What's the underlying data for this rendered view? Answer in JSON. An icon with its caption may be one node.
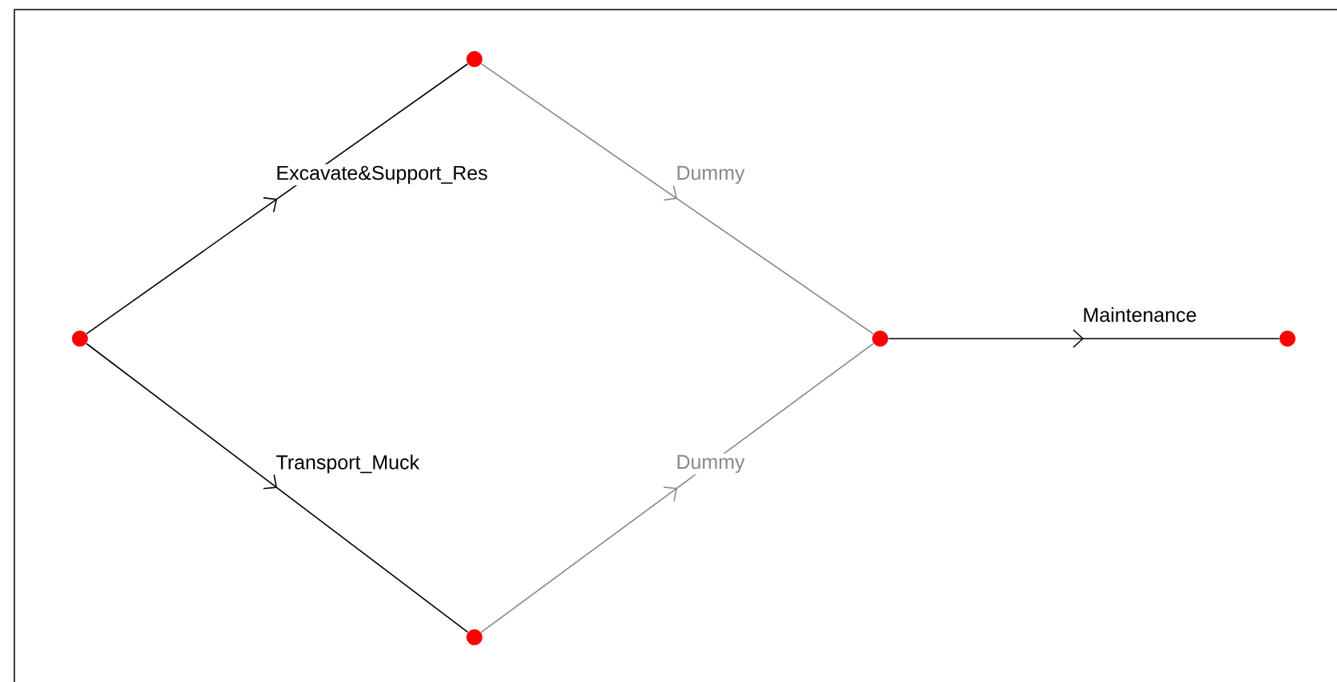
{
  "diagram": {
    "nodes": [
      {
        "text": [],
        "shape": "circle"
      },
      {
        "text": [],
        "shape": "circle"
      },
      {
        "text": [],
        "shape": "circle"
      },
      {
        "text": [],
        "shape": "circle"
      },
      {
        "text": [],
        "shape": "circle"
      }
    ],
    "edges": [
      {
        "from": 0,
        "to": 1,
        "arrow": "to",
        "label": "Excavate&Support_Res"
      },
      {
        "from": 0,
        "to": 2,
        "arrow": "to",
        "label": "Transport_Muck"
      },
      {
        "from": 1,
        "to": 3,
        "arrow": "to",
        "label": "Dummy",
        "color": "#888888"
      },
      {
        "from": 2,
        "to": 3,
        "arrow": "to",
        "label": "Dummy",
        "color": "#888888"
      },
      {
        "from": 3,
        "to": 4,
        "arrow": "to",
        "label": "Maintenance"
      }
    ]
  }
}
